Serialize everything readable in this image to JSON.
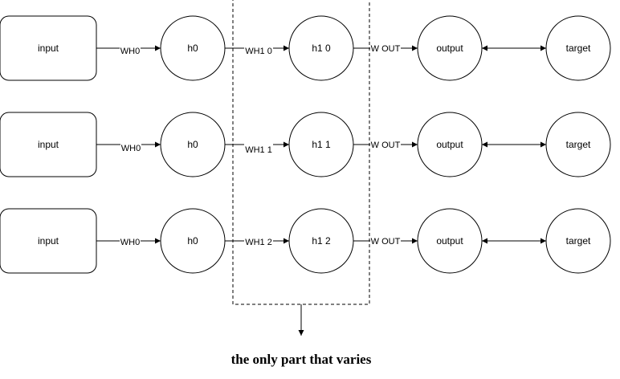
{
  "rows": [
    {
      "input": "input",
      "h0": "h0",
      "h1": "h1 0",
      "output": "output",
      "target": "target",
      "edge_in": "WH0",
      "edge_h": "WH1 0",
      "edge_out": "W OUT"
    },
    {
      "input": "input",
      "h0": "h0",
      "h1": "h1 1",
      "output": "output",
      "target": "target",
      "edge_in": "WH0",
      "edge_h": "WH1 1",
      "edge_out": "W OUT"
    },
    {
      "input": "input",
      "h0": "h0",
      "h1": "h1 2",
      "output": "output",
      "target": "target",
      "edge_in": "WH0",
      "edge_h": "WH1 2",
      "edge_out": "W OUT"
    }
  ],
  "caption": "the only part that varies",
  "colors": {
    "stroke": "#000000",
    "fill": "#ffffff"
  }
}
